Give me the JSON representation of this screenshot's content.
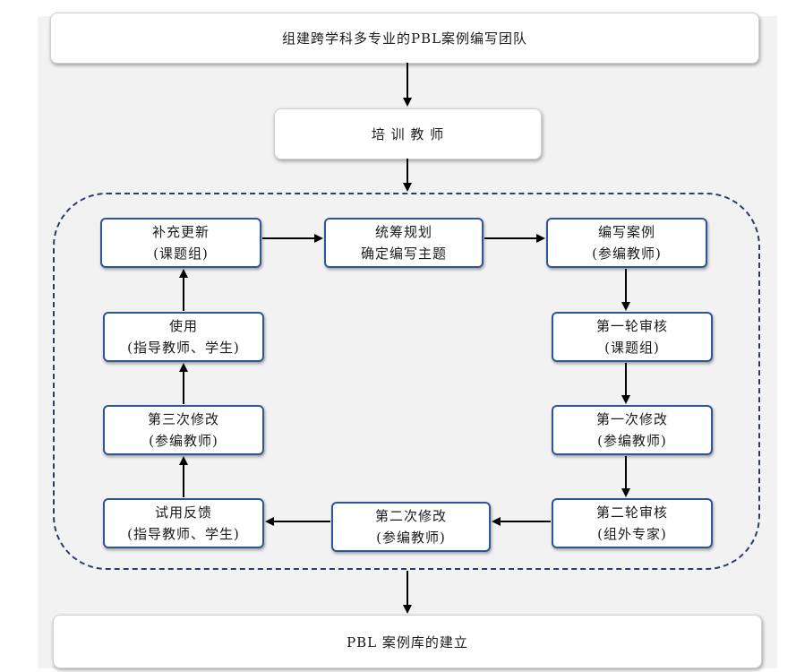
{
  "team_box": "组建跨学科多专业的PBL案例编写团队",
  "train_box": "培 训 教 师",
  "final_box": "PBL 案例库的建立",
  "nodes": {
    "supplement": {
      "line1": "补充更新",
      "line2": "(课题组)"
    },
    "plan": {
      "line1": "统筹规划",
      "line2": "确定编写主题"
    },
    "write": {
      "line1": "编写案例",
      "line2": "(参编教师)"
    },
    "review1": {
      "line1": "第一轮审核",
      "line2": "(课题组)"
    },
    "revise1": {
      "line1": "第一次修改",
      "line2": "(参编教师)"
    },
    "review2": {
      "line1": "第二轮审核",
      "line2": "(组外专家)"
    },
    "revise2": {
      "line1": "第二次修改",
      "line2": "(参编教师)"
    },
    "trial": {
      "line1": "试用反馈",
      "line2": "(指导教师、学生)"
    },
    "revise3": {
      "line1": "第三次修改",
      "line2": "(参编教师)"
    },
    "use": {
      "line1": "使用",
      "line2": "(指导教师、学生)"
    }
  }
}
